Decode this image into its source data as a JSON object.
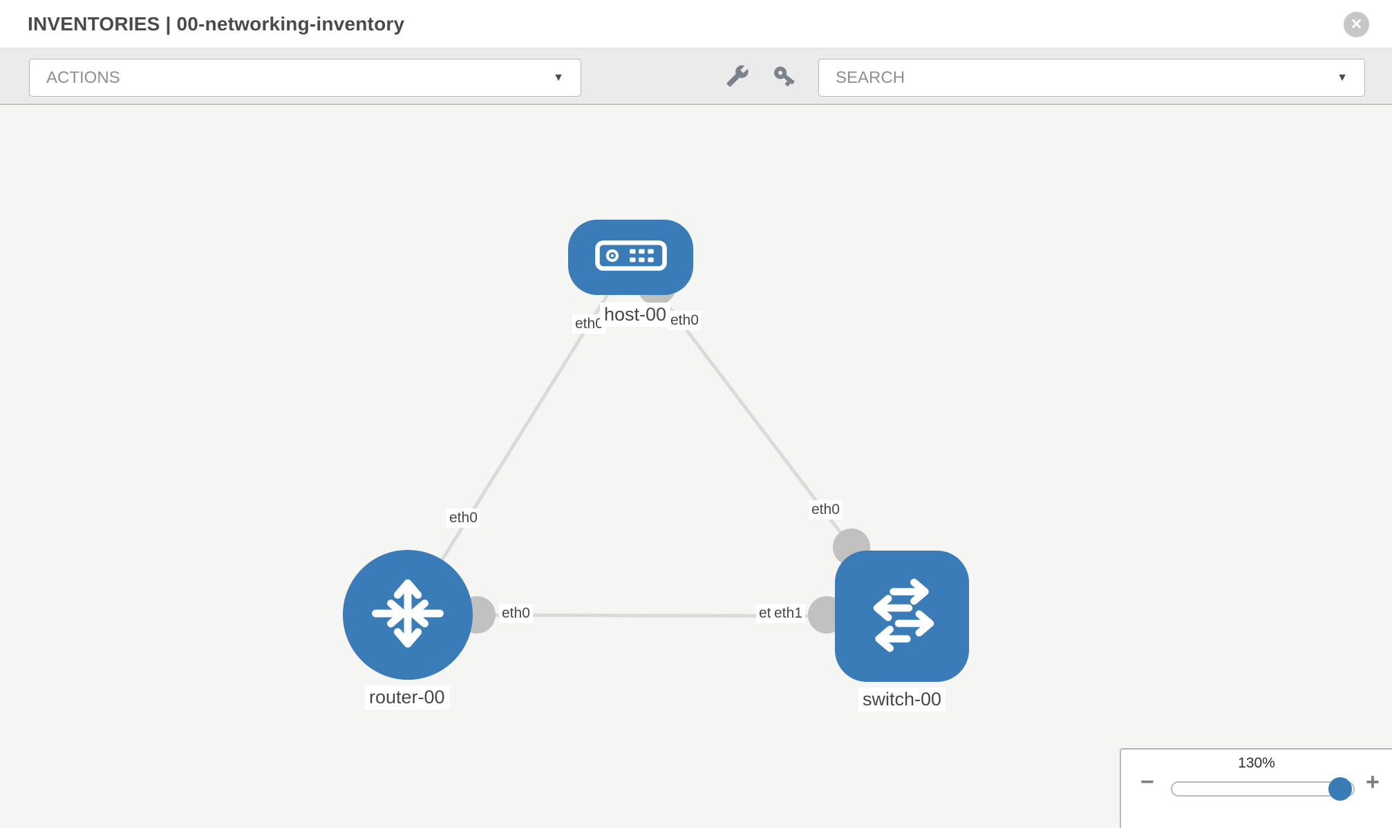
{
  "header": {
    "title": "INVENTORIES | 00-networking-inventory",
    "close_glyph": "✕"
  },
  "toolbar": {
    "actions_placeholder": "ACTIONS",
    "search_placeholder": "SEARCH",
    "caret_glyph": "▼",
    "icons": [
      "wrench-icon",
      "key-icon"
    ]
  },
  "topology": {
    "nodes": {
      "host": {
        "label": "host-00",
        "type": "host",
        "icon": "server-icon"
      },
      "router": {
        "label": "router-00",
        "type": "router",
        "icon": "router-arrows-icon"
      },
      "switch": {
        "label": "switch-00",
        "type": "switch",
        "icon": "switch-arrows-icon"
      }
    },
    "interfaces": {
      "host_to_router": "eth0",
      "host_to_switch": "eth0",
      "router_uplink": "eth0",
      "switch_uplink": "eth0",
      "router_lan": "eth0",
      "switch_lan_under": "eth0",
      "switch_lan": "eth1"
    },
    "links": [
      {
        "from": "host-00",
        "from_iface": "eth0",
        "to": "router-00",
        "to_iface": "eth0"
      },
      {
        "from": "host-00",
        "from_iface": "eth0",
        "to": "switch-00",
        "to_iface": "eth0"
      },
      {
        "from": "router-00",
        "from_iface": "eth0",
        "to": "switch-00",
        "to_iface": "eth1"
      }
    ]
  },
  "zoom_control": {
    "level": "130%",
    "percent": 130,
    "minus_glyph": "−",
    "plus_glyph": "+"
  },
  "colors": {
    "node_blue": "#3a7cb8",
    "link_gray": "#dadada",
    "endpoint_gray": "#c1c1c1",
    "canvas_bg": "#f5f5f4",
    "toolbar_bg": "#ebebeb"
  }
}
